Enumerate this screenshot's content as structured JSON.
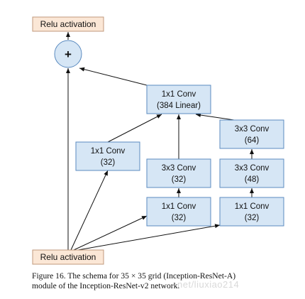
{
  "colors": {
    "node_fill": "#d6e6f5",
    "node_stroke": "#5b8bc0",
    "activation_fill": "#fbe7d6",
    "activation_stroke": "#c09a7c",
    "arrow": "#111111"
  },
  "nodes": {
    "relu_top": {
      "text": "Relu activation"
    },
    "sum": {
      "symbol": "+"
    },
    "conv_384": {
      "line1": "1x1 Conv",
      "line2": "(384 Linear)"
    },
    "branch1_conv1x1": {
      "line1": "1x1 Conv",
      "line2": "(32)"
    },
    "branch2_conv3x3": {
      "line1": "3x3 Conv",
      "line2": "(32)"
    },
    "branch2_conv1x1": {
      "line1": "1x1 Conv",
      "line2": "(32)"
    },
    "branch3_conv3x3_64": {
      "line1": "3x3 Conv",
      "line2": "(64)"
    },
    "branch3_conv3x3_48": {
      "line1": "3x3 Conv",
      "line2": "(48)"
    },
    "branch3_conv1x1": {
      "line1": "1x1 Conv",
      "line2": "(32)"
    },
    "relu_bottom": {
      "text": "Relu activation"
    }
  },
  "caption": {
    "line1": "Figure 16. The schema for 35 × 35 grid (Inception-ResNet-A)",
    "line2": "module of the Inception-ResNet-v2 network."
  },
  "watermark": "net/liuxiao214"
}
